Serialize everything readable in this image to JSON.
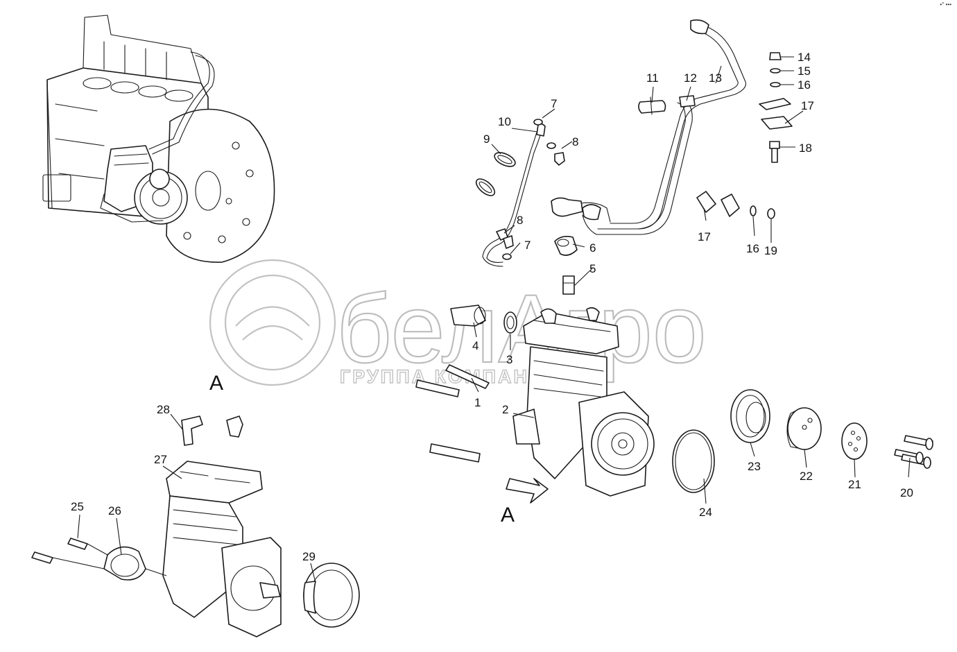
{
  "watermark": {
    "brand": "белАгро",
    "subtitle": "ГРУППА КОМПАНИЙ"
  },
  "corner_mark": "•° •••",
  "view_label": "A",
  "callouts": [
    "1",
    "2",
    "3",
    "4",
    "5",
    "6",
    "7",
    "7",
    "8",
    "8",
    "9",
    "10",
    "11",
    "12",
    "13",
    "14",
    "15",
    "16",
    "16",
    "17",
    "17",
    "18",
    "19",
    "20",
    "21",
    "22",
    "23",
    "24",
    "25",
    "26",
    "27",
    "28",
    "29"
  ]
}
